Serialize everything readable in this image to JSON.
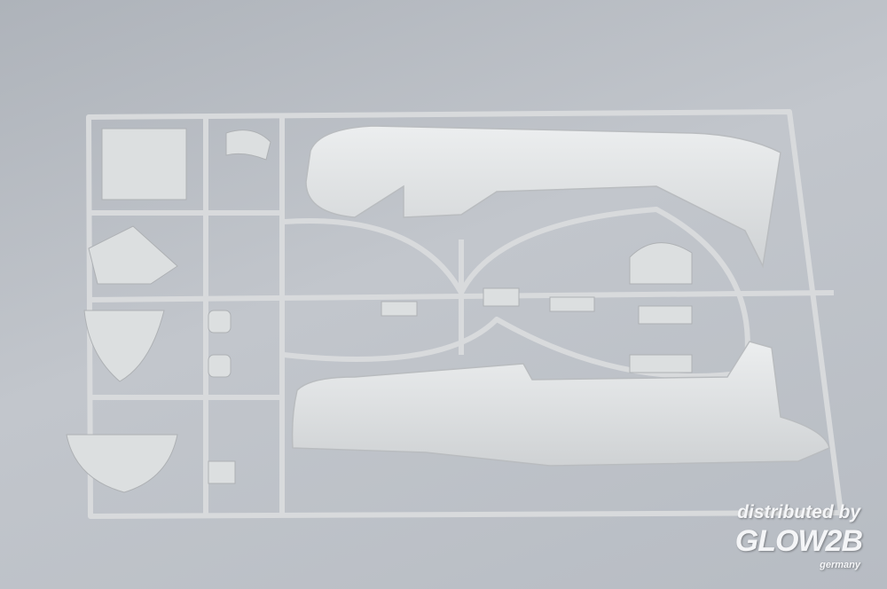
{
  "watermark": {
    "line1": "distributed by",
    "brand": "GLOW2B",
    "line3": "germany"
  },
  "colors": {
    "background": "#bcc0c6",
    "plastic": "#dfe1e2",
    "plastic_shadow": "#b9bcbf"
  }
}
